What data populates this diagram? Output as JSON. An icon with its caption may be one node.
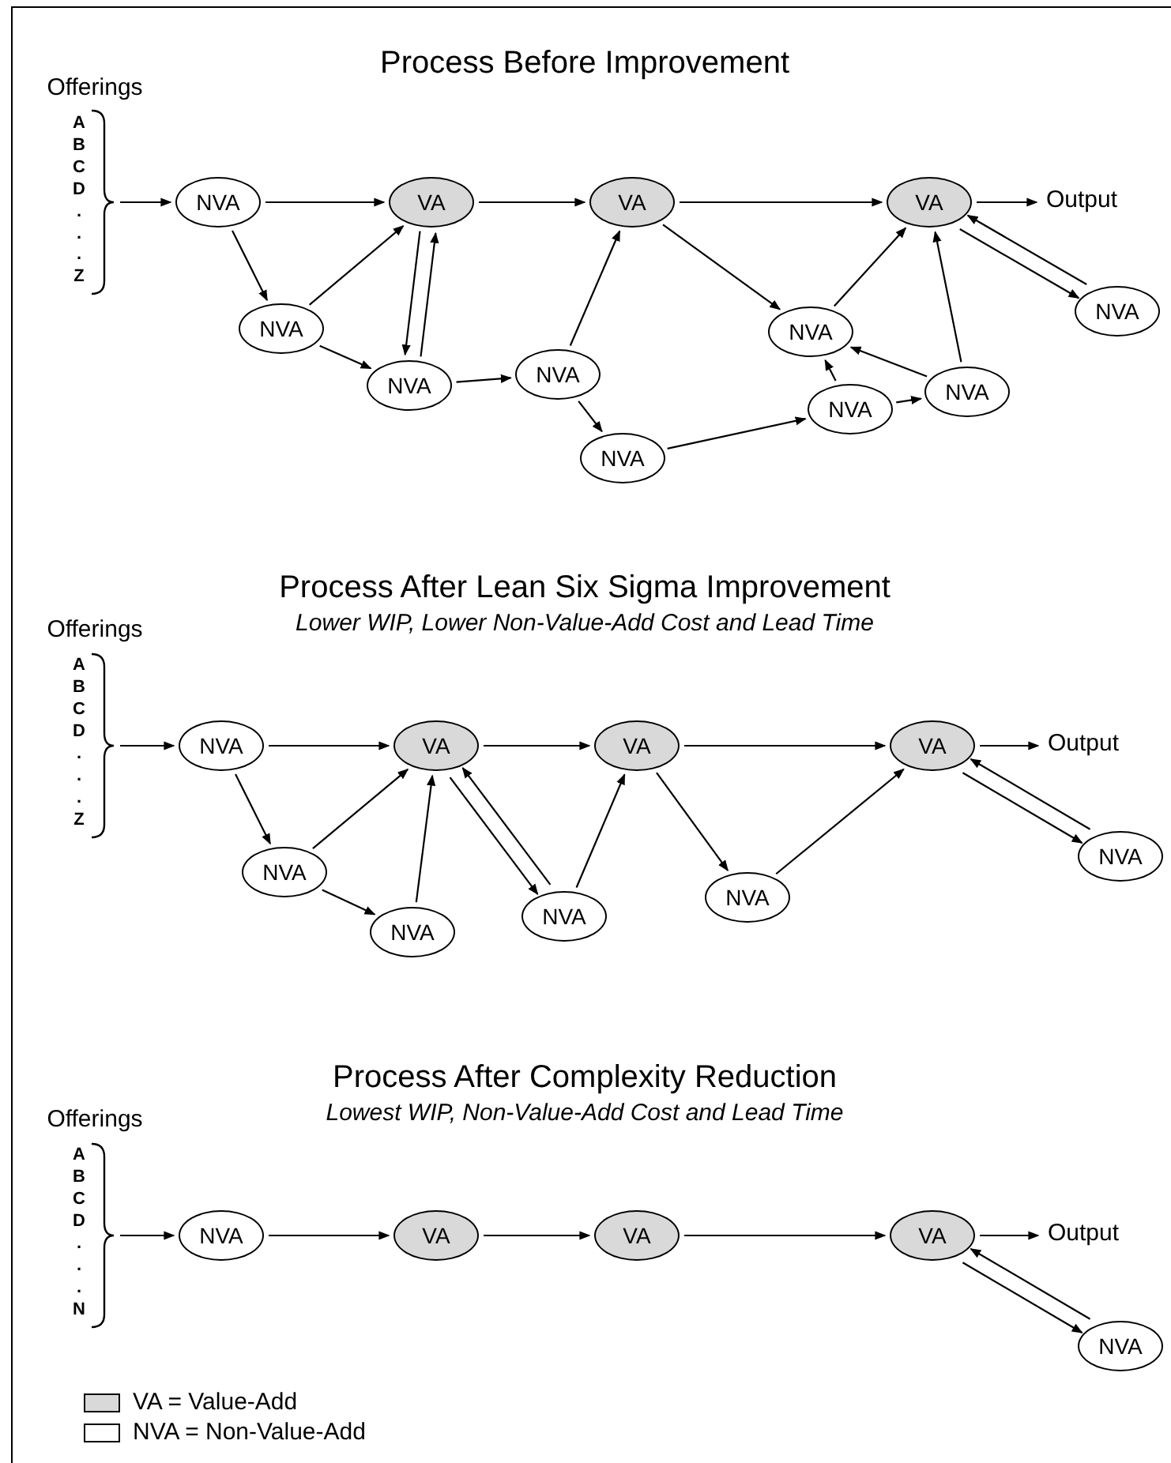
{
  "diagram": {
    "nodes": [
      {
        "text": [
          "NVA"
        ]
      },
      {
        "text": [
          "VA"
        ]
      },
      {
        "text": [
          "VA"
        ]
      },
      {
        "text": [
          "VA"
        ]
      },
      {
        "text": [
          "Output"
        ]
      },
      {
        "text": [
          "NVA"
        ]
      },
      {
        "text": [
          "NVA"
        ]
      },
      {
        "text": [
          "NVA"
        ]
      },
      {
        "text": [
          "NVA"
        ]
      },
      {
        "text": [
          "NVA"
        ]
      },
      {
        "text": [
          "NVA"
        ]
      },
      {
        "text": [
          "NVA"
        ]
      },
      {
        "text": [
          "NVA"
        ]
      },
      {
        "text": [
          "NVA"
        ]
      },
      {
        "text": [
          "VA"
        ]
      },
      {
        "text": [
          "VA"
        ]
      },
      {
        "text": [
          "VA"
        ]
      },
      {
        "text": [
          "Output"
        ]
      },
      {
        "text": [
          "NVA"
        ]
      },
      {
        "text": [
          "NVA"
        ]
      },
      {
        "text": [
          "NVA"
        ]
      },
      {
        "text": [
          "NVA"
        ]
      },
      {
        "text": [
          "NVA"
        ]
      },
      {
        "text": [
          "NVA"
        ]
      },
      {
        "text": [
          "VA"
        ]
      },
      {
        "text": [
          "VA"
        ]
      },
      {
        "text": [
          "VA"
        ]
      },
      {
        "text": [
          "Output"
        ]
      },
      {
        "text": [
          "NVA"
        ]
      },
      {
        "text": [],
        "shape": "brace"
      },
      {
        "text": [],
        "shape": "brace"
      },
      {
        "text": [],
        "shape": "brace"
      }
    ],
    "edges": [
      {
        "from": 29,
        "to": 0,
        "arrow": "to"
      },
      {
        "from": 0,
        "to": 1,
        "arrow": "to"
      },
      {
        "from": 1,
        "to": 2,
        "arrow": "to"
      },
      {
        "from": 2,
        "to": 3,
        "arrow": "to"
      },
      {
        "from": 3,
        "to": 4,
        "arrow": "to"
      },
      {
        "from": 0,
        "to": 5,
        "arrow": "to"
      },
      {
        "from": 5,
        "to": 1,
        "arrow": "to"
      },
      {
        "from": 5,
        "to": 6,
        "arrow": "to"
      },
      {
        "from": 1,
        "to": 6,
        "arrow": "to"
      },
      {
        "from": 6,
        "to": 1,
        "arrow": "to"
      },
      {
        "from": 6,
        "to": 7,
        "arrow": "to"
      },
      {
        "from": 7,
        "to": 2,
        "arrow": "to"
      },
      {
        "from": 7,
        "to": 12,
        "arrow": "to"
      },
      {
        "from": 12,
        "to": 11,
        "arrow": "to"
      },
      {
        "from": 11,
        "to": 10,
        "arrow": "to"
      },
      {
        "from": 11,
        "to": 8,
        "arrow": "to"
      },
      {
        "from": 10,
        "to": 8,
        "arrow": "to"
      },
      {
        "from": 10,
        "to": 3,
        "arrow": "to"
      },
      {
        "from": 2,
        "to": 8,
        "arrow": "to"
      },
      {
        "from": 8,
        "to": 3,
        "arrow": "to"
      },
      {
        "from": 3,
        "to": 9,
        "arrow": "to"
      },
      {
        "from": 9,
        "to": 3,
        "arrow": "to"
      },
      {
        "from": 30,
        "to": 13,
        "arrow": "to"
      },
      {
        "from": 13,
        "to": 14,
        "arrow": "to"
      },
      {
        "from": 14,
        "to": 15,
        "arrow": "to"
      },
      {
        "from": 15,
        "to": 16,
        "arrow": "to"
      },
      {
        "from": 16,
        "to": 17,
        "arrow": "to"
      },
      {
        "from": 13,
        "to": 18,
        "arrow": "to"
      },
      {
        "from": 18,
        "to": 14,
        "arrow": "to"
      },
      {
        "from": 18,
        "to": 19,
        "arrow": "to"
      },
      {
        "from": 19,
        "to": 14,
        "arrow": "to"
      },
      {
        "from": 14,
        "to": 20,
        "arrow": "to"
      },
      {
        "from": 20,
        "to": 14,
        "arrow": "to"
      },
      {
        "from": 20,
        "to": 15,
        "arrow": "to"
      },
      {
        "from": 15,
        "to": 21,
        "arrow": "to"
      },
      {
        "from": 21,
        "to": 16,
        "arrow": "to"
      },
      {
        "from": 16,
        "to": 22,
        "arrow": "to"
      },
      {
        "from": 22,
        "to": 16,
        "arrow": "to"
      },
      {
        "from": 31,
        "to": 23,
        "arrow": "to"
      },
      {
        "from": 23,
        "to": 24,
        "arrow": "to"
      },
      {
        "from": 24,
        "to": 25,
        "arrow": "to"
      },
      {
        "from": 25,
        "to": 26,
        "arrow": "to"
      },
      {
        "from": 26,
        "to": 27,
        "arrow": "to"
      },
      {
        "from": 26,
        "to": 28,
        "arrow": "to"
      },
      {
        "from": 28,
        "to": 26,
        "arrow": "to"
      }
    ],
    "labels": [
      "Process Before Improvement",
      "Offerings",
      "A",
      "B",
      "C",
      "D",
      ".",
      ".",
      ".",
      "Z",
      "Process After Lean Six Sigma Improvement",
      "Lower WIP, Lower Non-Value-Add Cost and Lead Time",
      "Offerings",
      "A",
      "B",
      "C",
      "D",
      ".",
      ".",
      ".",
      "Z",
      "Process After Complexity Reduction",
      "Lowest WIP, Non-Value-Add Cost and Lead Time",
      "Offerings",
      "A",
      "B",
      "C",
      "D",
      ".",
      ".",
      ".",
      "N"
    ],
    "legend": [
      {
        "text": "VA = Value-Add",
        "color": "#d9d9d9"
      },
      {
        "text": "NVA = Non-Value-Add",
        "color": "#ffffff"
      }
    ]
  }
}
